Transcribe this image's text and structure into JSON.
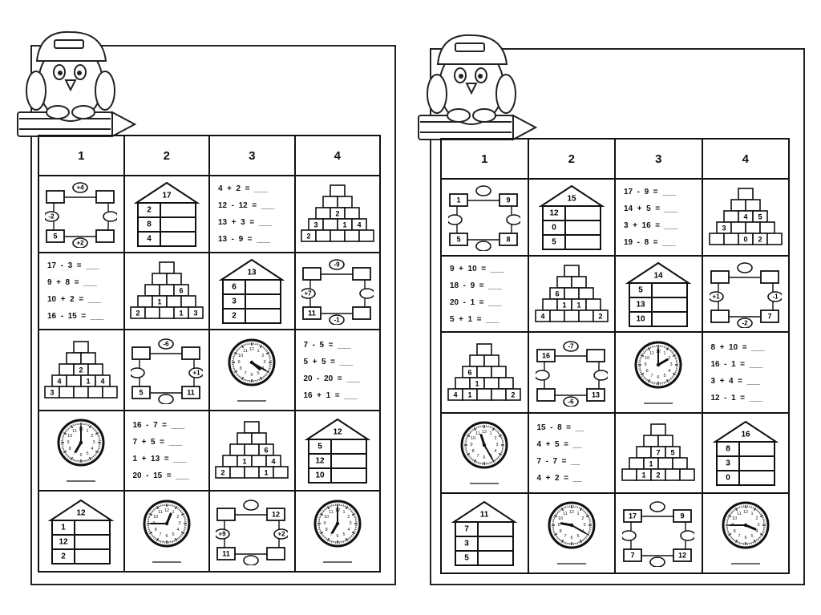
{
  "sheets": [
    {
      "headers": [
        "1",
        "2",
        "3",
        "4"
      ],
      "rows": [
        [
          {
            "t": "ring",
            "tl": "",
            "tr": "",
            "bl": "5",
            "br": "",
            "top": "+4",
            "left": "-2",
            "right": "",
            "bottom": "+2"
          },
          {
            "t": "house",
            "roof": "17",
            "rows": [
              "2",
              "8",
              "4"
            ]
          },
          {
            "t": "eq",
            "lines": [
              "4  +  2  =  ___",
              "12  -  12  =  ___",
              "13  +  3  =  ___",
              "13  -  9  =  ___"
            ]
          },
          {
            "t": "pyr",
            "vals": {
              "2-1": "2",
              "3-0": "3",
              "3-2": "1",
              "3-3": "4",
              "4-0": "2"
            }
          }
        ],
        [
          {
            "t": "eq",
            "lines": [
              "17  -  3  =  ___",
              "9  +  8  =  ___",
              "10  +  2  =  ___",
              "16  -  15  =  ___"
            ]
          },
          {
            "t": "pyr",
            "vals": {
              "2-2": "6",
              "3-1": "1",
              "4-0": "2",
              "4-3": "1",
              "4-4": "3"
            }
          },
          {
            "t": "house",
            "roof": "13",
            "rows": [
              "6",
              "3",
              "2"
            ]
          },
          {
            "t": "ring",
            "tl": "",
            "tr": "",
            "bl": "11",
            "br": "",
            "top": "-9",
            "left": "+7",
            "right": "",
            "bottom": "-1"
          }
        ],
        [
          {
            "t": "pyr",
            "vals": {
              "2-1": "2",
              "3-0": "4",
              "3-2": "1",
              "3-3": "4",
              "4-0": "3"
            }
          },
          {
            "t": "ring",
            "tl": "",
            "tr": "",
            "bl": "5",
            "br": "11",
            "top": "-6",
            "left": "",
            "right": "+1",
            "bottom": ""
          },
          {
            "t": "clock",
            "h": 4,
            "m": 20
          },
          {
            "t": "eq",
            "lines": [
              "7  -  5  =  ___",
              "5  +  5  =  ___",
              "20  -  20  =  ___",
              "16  +  1  =  ___"
            ]
          }
        ],
        [
          {
            "t": "clock",
            "h": 7,
            "m": 0
          },
          {
            "t": "eq",
            "lines": [
              "16  -  7  =  ___",
              "7  +  5  =  ___",
              "1  +  13  =  ___",
              "20  -  15  =  ___"
            ]
          },
          {
            "t": "pyr",
            "vals": {
              "2-2": "6",
              "3-1": "1",
              "3-3": "4",
              "4-0": "2",
              "4-3": "1"
            }
          },
          {
            "t": "house",
            "roof": "12",
            "rows": [
              "5",
              "12",
              "10"
            ]
          }
        ],
        [
          {
            "t": "house",
            "roof": "12",
            "rows": [
              "1",
              "12",
              "2"
            ]
          },
          {
            "t": "clock",
            "h": 12,
            "m": 45
          },
          {
            "t": "ring",
            "tl": "",
            "tr": "12",
            "bl": "11",
            "br": "",
            "top": "",
            "left": "+9",
            "right": "+2",
            "bottom": ""
          },
          {
            "t": "clock",
            "h": 7,
            "m": 0
          }
        ]
      ]
    },
    {
      "headers": [
        "1",
        "2",
        "3",
        "4"
      ],
      "rows": [
        [
          {
            "t": "ring",
            "tl": "1",
            "tr": "9",
            "bl": "5",
            "br": "8",
            "top": "",
            "left": "",
            "right": "",
            "bottom": ""
          },
          {
            "t": "house",
            "roof": "15",
            "rows": [
              "12",
              "0",
              "5"
            ]
          },
          {
            "t": "eq",
            "lines": [
              "17  -  9  =  ___",
              "14  +  5  =  ___",
              "3  +  16  =  ___",
              "19  -  8  =  ___"
            ]
          },
          {
            "t": "pyr",
            "vals": {
              "2-1": "4",
              "2-2": "5",
              "3-0": "3",
              "4-2": "0",
              "4-3": "2"
            }
          }
        ],
        [
          {
            "t": "eq",
            "lines": [
              "9  +  10  =  ___",
              "18  -  9  =  ___",
              "20  -  1  =  ___",
              "5  +  1  =  ___"
            ]
          },
          {
            "t": "pyr",
            "vals": {
              "2-0": "6",
              "3-1": "1",
              "3-2": "1",
              "4-0": "4",
              "4-4": "2"
            }
          },
          {
            "t": "house",
            "roof": "14",
            "rows": [
              "5",
              "13",
              "10"
            ]
          },
          {
            "t": "ring",
            "tl": "",
            "tr": "",
            "bl": "",
            "br": "7",
            "top": "",
            "left": "+1",
            "right": "-1",
            "bottom": "-2"
          }
        ],
        [
          {
            "t": "pyr",
            "vals": {
              "2-0": "6",
              "3-1": "1",
              "4-0": "4",
              "4-1": "1",
              "4-4": "2"
            }
          },
          {
            "t": "ring",
            "tl": "16",
            "tr": "",
            "bl": "",
            "br": "13",
            "top": "-7",
            "left": "",
            "right": "",
            "bottom": "-6"
          },
          {
            "t": "clock",
            "h": 2,
            "m": 0
          },
          {
            "t": "eq",
            "lines": [
              "8  +  10  =  ___",
              "16  -  1  =  ___",
              "3  +  4  =  ___",
              "12  -  1  =  ___"
            ]
          }
        ],
        [
          {
            "t": "clock",
            "h": 11,
            "m": 25
          },
          {
            "t": "eq",
            "lines": [
              "15  -  8  =  __",
              "4  +  5  =  __",
              "7  -  7  =  __",
              "4  +  2  =  __"
            ]
          },
          {
            "t": "pyr",
            "vals": {
              "2-1": "7",
              "2-2": "5",
              "3-1": "1",
              "4-1": "1",
              "4-2": "2"
            }
          },
          {
            "t": "house",
            "roof": "16",
            "rows": [
              "8",
              "3",
              "0"
            ]
          }
        ],
        [
          {
            "t": "house",
            "roof": "11",
            "rows": [
              "7",
              "3",
              "5"
            ]
          },
          {
            "t": "clock",
            "h": 9,
            "m": 20
          },
          {
            "t": "ring",
            "tl": "17",
            "tr": "9",
            "bl": "7",
            "br": "12",
            "top": "",
            "left": "",
            "right": "",
            "bottom": ""
          },
          {
            "t": "clock",
            "h": 3,
            "m": 45
          }
        ]
      ]
    }
  ]
}
